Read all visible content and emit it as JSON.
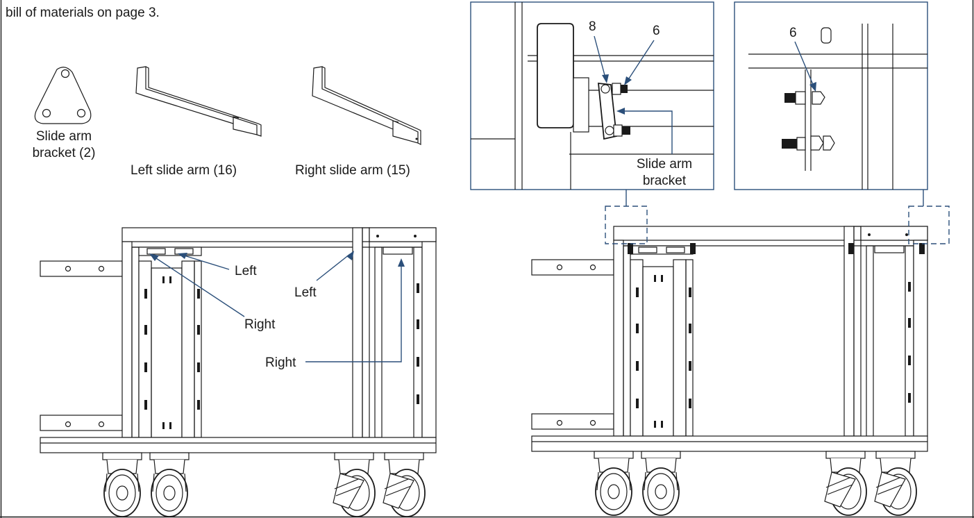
{
  "intro_text": "bill of materials on page 3.",
  "parts": {
    "bracket_label_1": "Slide arm",
    "bracket_label_2": "bracket (2)",
    "left_arm_label": "Left slide arm (16)",
    "right_arm_label": "Right slide arm (15)"
  },
  "callouts": {
    "left_a": "Left",
    "left_b": "Left",
    "right_a": "Right",
    "right_b": "Right"
  },
  "detail_left": {
    "num_8": "8",
    "num_6": "6",
    "bracket_label_1": "Slide arm",
    "bracket_label_2": "bracket"
  },
  "detail_right": {
    "num_6": "6"
  },
  "colors": {
    "leader": "#2b4f7a",
    "line": "#1a1a1a"
  }
}
